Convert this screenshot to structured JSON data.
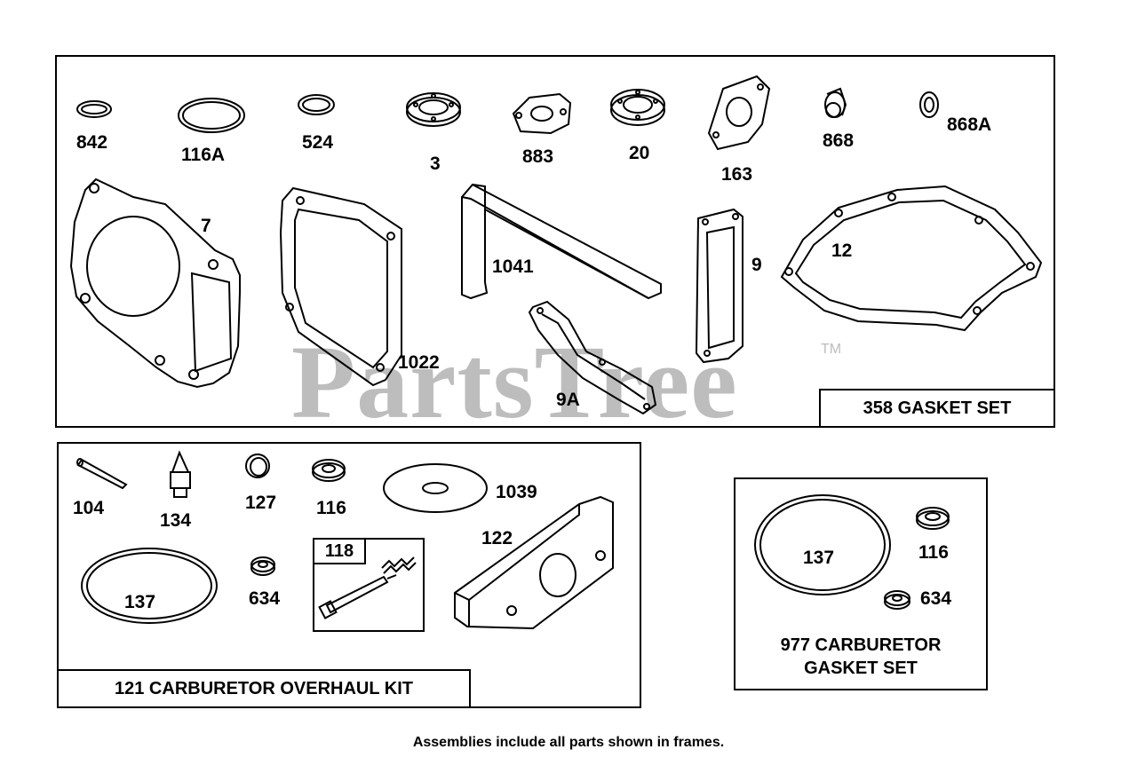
{
  "watermark": {
    "text": "PartsTree",
    "tm": "TM"
  },
  "gasket_set": {
    "title": "358 GASKET SET",
    "labels": {
      "p842": "842",
      "p116a": "116A",
      "p524": "524",
      "p3": "3",
      "p883": "883",
      "p20": "20",
      "p163": "163",
      "p868": "868",
      "p868a": "868A",
      "p7": "7",
      "p1041": "1041",
      "p9": "9",
      "p12": "12",
      "p1022": "1022",
      "p9a": "9A"
    }
  },
  "overhaul_kit": {
    "title": "121 CARBURETOR OVERHAUL KIT",
    "labels": {
      "p104": "104",
      "p134": "134",
      "p127": "127",
      "p116": "116",
      "p1039": "1039",
      "p118": "118",
      "p122": "122",
      "p137": "137",
      "p634": "634"
    }
  },
  "carb_gasket_set": {
    "title_line1": "977 CARBURETOR",
    "title_line2": "GASKET SET",
    "labels": {
      "p137": "137",
      "p116": "116",
      "p634": "634"
    }
  },
  "footer_note": "Assemblies include all parts shown in frames."
}
